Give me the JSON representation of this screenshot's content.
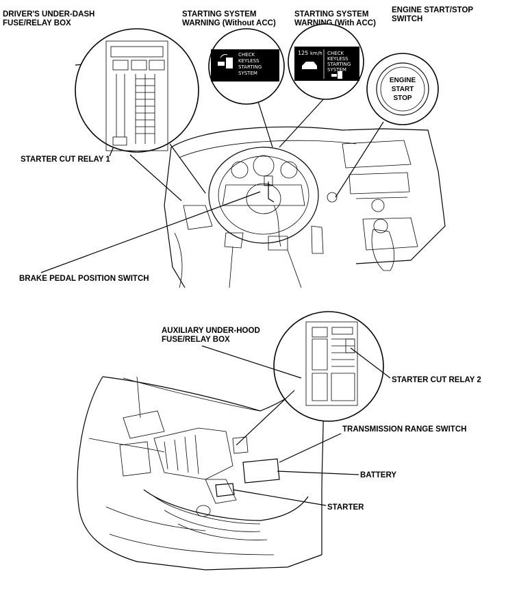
{
  "labels": {
    "drivers_fuse_box": [
      "DRIVER'S UNDER-DASH",
      "FUSE/RELAY BOX"
    ],
    "starting_warning_without_acc": [
      "STARTING SYSTEM",
      "WARNING (Without ACC)"
    ],
    "starting_warning_with_acc": [
      "STARTING SYSTEM",
      "WARNING (With ACC)"
    ],
    "engine_start_stop_switch": [
      "ENGINE START/STOP",
      "SWITCH"
    ],
    "starter_cut_relay_1": "STARTER CUT RELAY 1",
    "brake_pedal_position_switch": "BRAKE PEDAL POSITION SWITCH",
    "auxiliary_fuse_box": [
      "AUXILIARY UNDER-HOOD",
      "FUSE/RELAY BOX"
    ],
    "starter_cut_relay_2": "STARTER CUT RELAY 2",
    "transmission_range_switch": "TRANSMISSION RANGE SWITCH",
    "battery": "BATTERY",
    "starter": "STARTER"
  },
  "screens": {
    "without_acc": [
      "CHECK",
      "KEYLESS",
      "STARTING",
      "SYSTEM"
    ],
    "with_acc_speed": "125",
    "with_acc_unit": "km/h",
    "with_acc": [
      "CHECK",
      "KEYLESS",
      "STARTING",
      "SYSTEM"
    ]
  },
  "button": [
    "ENGINE",
    "START",
    "STOP"
  ]
}
